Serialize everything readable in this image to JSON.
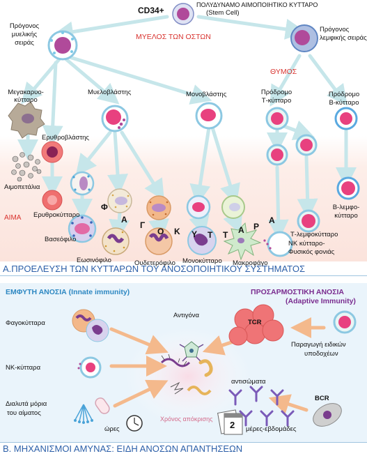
{
  "colors": {
    "accent_red": "#d8322e",
    "purple": "#7a2c8f",
    "cyan_title": "#2e88c2",
    "arrow_teal": "#c6e6ea",
    "arrow_orange": "#f4b98c",
    "nucleus_pink": "#e8417f"
  },
  "top": {
    "cd34": "CD34+",
    "stem_line1": "ΠΟΛΥΔΥΝΑΜΟ ΑΙΜΟΠΟΙΗΤΙΚΟ ΚΥΤΤΑΡΟ",
    "stem_line2": "(Stem Cell)",
    "myeloid_prog_1": "Πρόγονος",
    "myeloid_prog_2": "μυελικής",
    "myeloid_prog_3": "σειράς",
    "lymphoid_prog_1": "Πρόγονος",
    "lymphoid_prog_2": "λεμφικής σειράς",
    "bone_marrow": "ΜΥΕΛΟΣ ΤΩΝ ΟΣΤΩΝ",
    "thymus": "ΘΥΜΟΣ",
    "blood": "ΑΙΜΑ"
  },
  "cells": {
    "megakaryocyte": "Μεγακαρυο-κύτταρο",
    "myeloblast": "Μυελοβλάστης",
    "monoblast": "Μονοβλάστης",
    "pre_t_1": "Πρόδρομο",
    "pre_t_2": "Τ-κύτταρο",
    "pre_b_1": "Πρόδρομο",
    "pre_b_2": "Β-κύτταρο",
    "erythroblast": "Ερυθροβλάστης",
    "platelets": "Αιμοπετάλια",
    "erythrocyte": "Ερυθροκύτταρο",
    "basophil": "Βασεόφιλο",
    "eosinophil": "Εωσινόφιλο",
    "neutrophil": "Ουδετερόφιλο",
    "monocyte": "Μονοκύτταρο",
    "macrophage": "Μακροφάγο",
    "nk_1": "NK κύτταρο-",
    "nk_2": "Φυσικός φονιάς",
    "t_lymph_1": "Τ-λεμφοκύτταρο",
    "b_lymph_1": "Β-λεμφο-",
    "b_lymph_2": "κύτταρο",
    "phago_letters": [
      "Φ",
      "Α",
      "Γ",
      "Ο",
      "Κ",
      "Υ",
      "Τ",
      "Τ",
      "Α",
      "Ρ",
      "Α"
    ]
  },
  "section_a": {
    "title": "Α.ΠΡΟΕΛΕΥΣΗ ΤΩΝ ΚΥΤΤΑΡΩΝ ΤΟΥ ΑΝΟΣΟΠΟΙΗΤΙΚΟΥ ΣΥΣΤΗΜΑΤΟΣ"
  },
  "section_b": {
    "innate_title": "ΕΜΦΥΤΗ ΑΝΟΣΙΑ (Innate immunity)",
    "adaptive_title_1": "ΠΡΟΣΑΡΜΟΣΤΙΚΗ ΑΝΟΣΙΑ",
    "adaptive_title_2": "(Adaptive Immunity)",
    "phagocytes": "Φαγοκύτταρα",
    "nk_cells": "NK-κύτταρα",
    "soluble_1": "Διαλυτά μόρια",
    "soluble_2": "του αίματος",
    "antigens": "Αντιγόνα",
    "tcr": "TCR",
    "receptors_1": "Παραγωγή ειδικών",
    "receptors_2": "υποδοχέων",
    "antibodies": "αντισώματα",
    "bcr": "BCR",
    "hours": "ώρες",
    "response_time": "Χρόνος απόκρισης",
    "days_weeks": "μέρες-εβδομάδες",
    "calendar_num": "2",
    "title": "Β. ΜΗΧΑΝΙΣΜΟΙ ΑΜΥΝΑΣ: ΕΙΔΗ ΑΝΟΣΩΝ ΑΠΑΝΤΗΣΕΩΝ"
  }
}
